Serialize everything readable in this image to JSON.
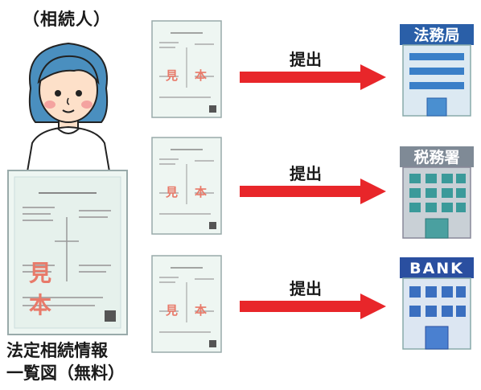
{
  "heir_label": "（相続人）",
  "document_label": [
    "法定相続情報",
    "一覧図（無料）"
  ],
  "doc_stamp": "見　本",
  "doc_stamp_chars": [
    "見",
    "本"
  ],
  "rows": [
    {
      "action": "提出",
      "destination": "法務局"
    },
    {
      "action": "提出",
      "destination": "税務署"
    },
    {
      "action": "提出",
      "destination": "BANK"
    }
  ],
  "colors": {
    "arrow": "#e8262a",
    "stamp": "#e87a6a",
    "person_hair": "#4a8fbf",
    "building_accent": "#2a5fa8"
  }
}
